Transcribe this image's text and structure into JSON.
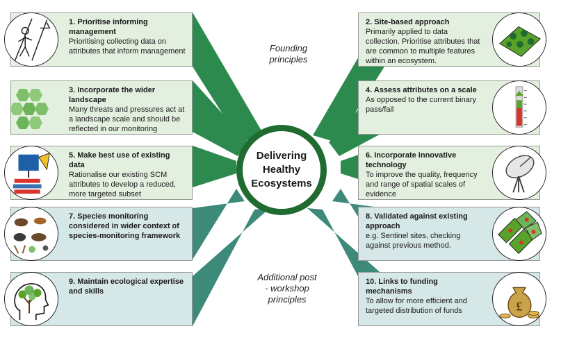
{
  "center": {
    "line1": "Delivering",
    "line2": "Healthy",
    "line3": "Ecosystems"
  },
  "labels": {
    "founding": {
      "line1": "Founding",
      "line2": "principles"
    },
    "additional": {
      "line1": "Additional post",
      "line2": "- workshop",
      "line3": "principles"
    }
  },
  "colors": {
    "dark_green": "#1f6b30",
    "card_green": "#e3efdf",
    "card_teal": "#d6e7e7",
    "connector_green": "#2d8a4e",
    "connector_teal": "#3e8a7a"
  },
  "principles": [
    {
      "title": "1. Prioritise informing management",
      "desc": "Prioritising collecting data on attributes that inform management",
      "icon": "person-at-crossroads-icon"
    },
    {
      "title": "2. Site-based approach",
      "desc": "Primarily applied to data collection. Prioritise attributes that are common to multiple features within an ecosystem.",
      "icon": "trees-on-map-icon"
    },
    {
      "title": "3. Incorporate the wider landscape",
      "desc": "Many threats and pressures act at a landscape scale and should be reflected in our monitoring",
      "icon": "hexagon-landscape-icon"
    },
    {
      "title": "4. Assess attributes on a scale",
      "desc": "As opposed to the current binary pass/fail",
      "icon": "thermometer-scale-icon"
    },
    {
      "title": "5. Make best use of existing data",
      "desc": "Rationalise our existing SCM attributes to develop a reduced, more targeted subset",
      "icon": "data-review-icon"
    },
    {
      "title": "6. Incorporate innovative technology",
      "desc": "To improve the quality, frequency and range of spatial scales of evidence",
      "icon": "satellite-dish-icon"
    },
    {
      "title": "7. Species monitoring considered in wider context of species-monitoring framework",
      "desc": "",
      "icon": "animals-icon"
    },
    {
      "title": "8. Validated against existing approach",
      "desc": "e.g. Sentinel sites, checking against previous method.",
      "icon": "sentinel-sites-map-icon"
    },
    {
      "title": "9. Maintain ecological expertise and skills",
      "desc": "",
      "icon": "head-with-tree-icon"
    },
    {
      "title": "10. Links to funding mechanisms",
      "desc": "To allow for more efficient and targeted distribution of funds",
      "icon": "money-bag-icon"
    }
  ]
}
